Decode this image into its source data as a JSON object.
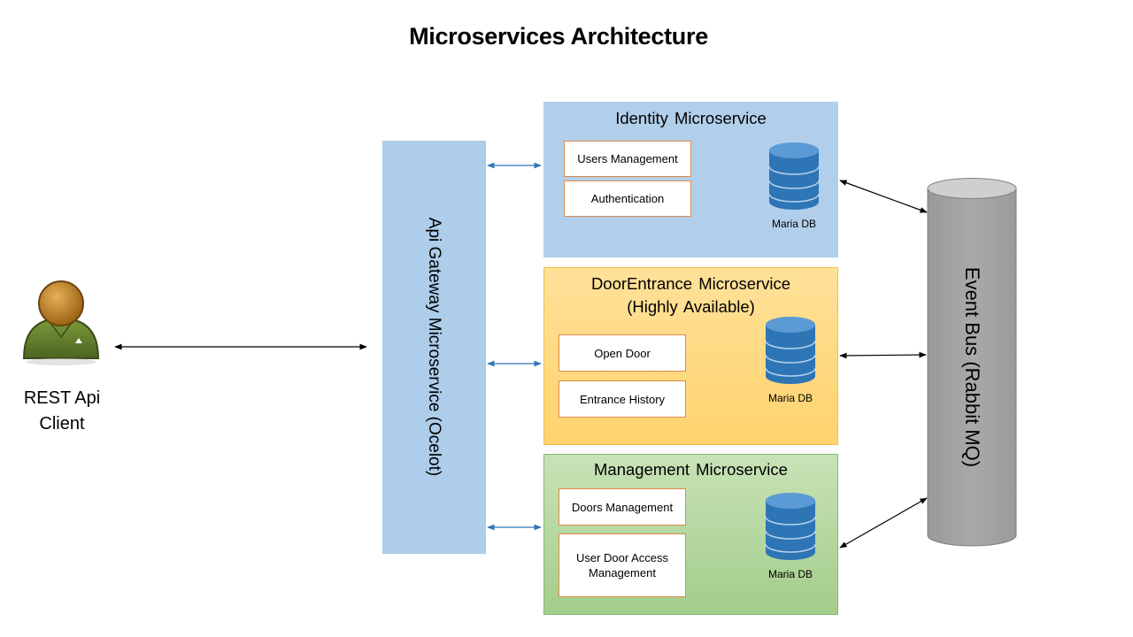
{
  "title": "Microservices Architecture",
  "client": {
    "label": "REST Api Client"
  },
  "gateway": {
    "label": "Api Gateway Microservice  (Ocelot)"
  },
  "event_bus": {
    "label": "Event Bus (Rabbit MQ)"
  },
  "services": {
    "identity": {
      "title": "Identity Microservice",
      "components": [
        "Users Management",
        "Authentication"
      ],
      "db_label": "Maria DB"
    },
    "door_entrance": {
      "title_line1": "DoorEntrance Microservice",
      "title_line2": "(Highly Available)",
      "components": [
        "Open Door",
        "Entrance History"
      ],
      "db_label": "Maria DB"
    },
    "management": {
      "title": "Management Microservice",
      "components": [
        "Doors Management",
        "User Door Access Management"
      ],
      "db_label": "Maria DB"
    }
  },
  "colors": {
    "gateway": "#adcdea",
    "identity": "#b1cfeb",
    "door_entrance": "#ffd36e",
    "management": "#a3cd8b",
    "component_border": "#e08a4a",
    "database": "#2e75b6",
    "event_bus": "#a6a6a6"
  }
}
